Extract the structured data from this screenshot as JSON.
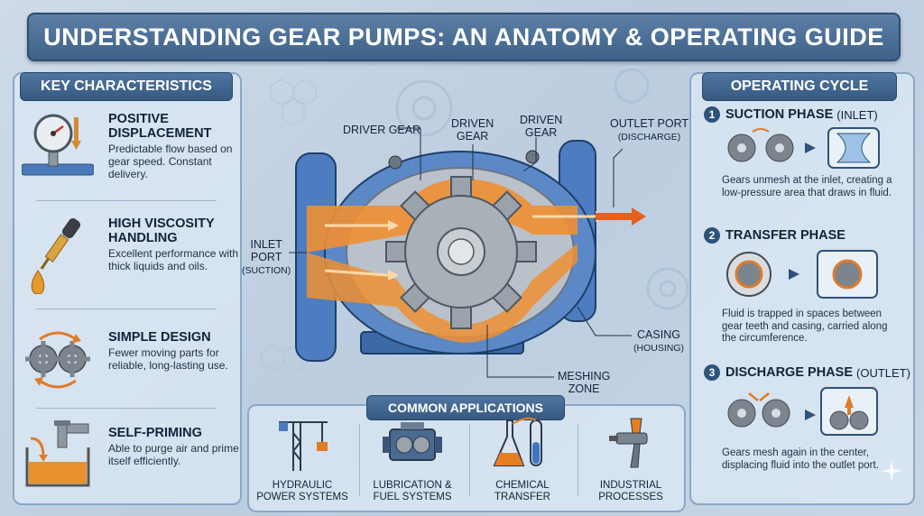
{
  "title": "UNDERSTANDING GEAR PUMPS: AN ANATOMY & OPERATING GUIDE",
  "left_panel": {
    "header": "KEY CHARACTERISTICS",
    "items": [
      {
        "title_1": "POSITIVE",
        "title_2": "DISPLACEMENT",
        "text": "Predictable flow based on gear speed. Constant delivery.",
        "icon": "pressure-gauge-icon"
      },
      {
        "title_1": "HIGH VISCOSITY",
        "title_2": "HANDLING",
        "text": "Excellent performance with thick liquids and oils.",
        "icon": "dropper-icon"
      },
      {
        "title_1": "SIMPLE DESIGN",
        "title_2": "",
        "text": "Fewer moving parts for reliable, long-lasting use.",
        "icon": "gears-cycle-icon"
      },
      {
        "title_1": "SELF-PRIMING",
        "title_2": "",
        "text": "Able to purge air and prime itself efficiently.",
        "icon": "faucet-tank-icon"
      }
    ]
  },
  "diagram": {
    "labels": {
      "driver_gear": "DRIVER GEAR",
      "driven_gear_1a": "DRIVEN",
      "driven_gear_1b": "GEAR",
      "driven_gear_2a": "DRIVEN",
      "driven_gear_2b": "GEAR",
      "outlet_a": "OUTLET PORT",
      "outlet_b": "(DISCHARGE)",
      "inlet_a": "INLET",
      "inlet_b": "PORT",
      "inlet_c": "(SUCTION)",
      "casing_a": "CASING",
      "casing_b": "(HOUSING)",
      "meshing_a": "MESHING",
      "meshing_b": "ZONE"
    },
    "colors": {
      "casing_blue": "#3f6fb0",
      "fluid_orange": "#e8842e",
      "gear_grey": "#a9b0b8"
    }
  },
  "right_panel": {
    "header": "OPERATING CYCLE",
    "phases": [
      {
        "num": "1",
        "title": "SUCTION PHASE",
        "suffix": "(INLET)",
        "text": "Gears unmesh at the inlet, creating a low-pressure area that draws in fluid."
      },
      {
        "num": "2",
        "title": "TRANSFER PHASE",
        "suffix": "",
        "text": "Fluid is trapped in spaces between gear teeth and casing, carried along the circumference."
      },
      {
        "num": "3",
        "title": "DISCHARGE PHASE",
        "suffix": "(OUTLET)",
        "text": "Gears mesh again in the center, displacing fluid into the outlet port."
      }
    ]
  },
  "applications": {
    "header": "COMMON APPLICATIONS",
    "items": [
      {
        "label_1": "HYDRAULIC",
        "label_2": "POWER SYSTEMS",
        "icon": "crane-icon"
      },
      {
        "label_1": "LUBRICATION &",
        "label_2": "FUEL SYSTEMS",
        "icon": "engine-icon"
      },
      {
        "label_1": "CHEMICAL",
        "label_2": "TRANSFER",
        "icon": "flasks-icon"
      },
      {
        "label_1": "INDUSTRIAL",
        "label_2": "PROCESSES",
        "icon": "spray-gun-icon"
      }
    ]
  }
}
